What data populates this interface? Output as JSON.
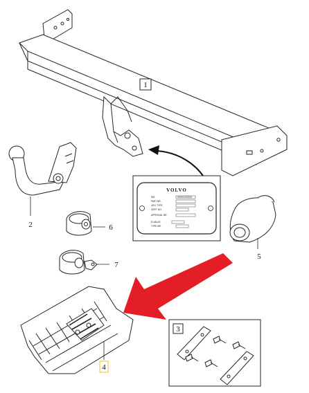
{
  "callouts": {
    "c1": "1",
    "c2": "2",
    "c3": "3",
    "c4": "4",
    "c5": "5",
    "c6": "6",
    "c7": "7"
  },
  "plate": {
    "brand": "VOLVO",
    "rows": [
      "ISN",
      "PART NR.",
      "VEH. TYPE",
      "CERT. NO.",
      "APPROVAL NR.",
      "D-VALUE",
      "TYPE NR."
    ],
    "field_value": "XXXXXXXXXX"
  },
  "colors": {
    "arrow": "#e41e26",
    "highlight": "#f0c020",
    "line": "#222222"
  }
}
